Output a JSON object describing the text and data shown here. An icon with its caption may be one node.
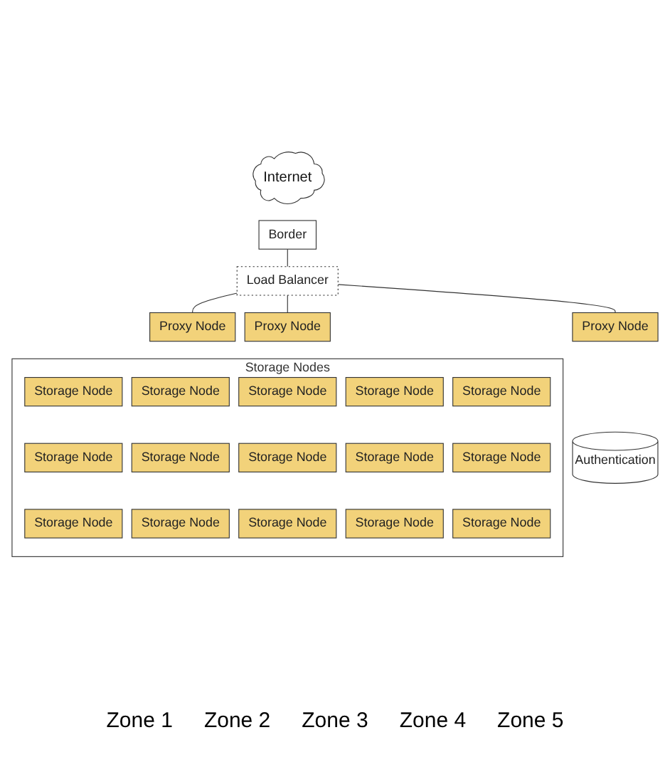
{
  "diagram": {
    "nodes": [
      {
        "text": [
          "Internet"
        ]
      },
      {
        "text": [
          "Border"
        ]
      },
      {
        "text": [
          "Load Balancer"
        ]
      },
      {
        "text": [
          "Proxy Node"
        ]
      },
      {
        "text": [
          "Proxy Node"
        ]
      },
      {
        "text": [
          "Proxy Node"
        ]
      },
      {
        "text": [
          "Authentication"
        ]
      },
      {
        "text": [
          "Storage Nodes"
        ]
      },
      {
        "text": [
          "Storage Node"
        ],
        "in": 7
      },
      {
        "text": [
          "Storage Node"
        ],
        "in": 7
      },
      {
        "text": [
          "Storage Node"
        ],
        "in": 7
      },
      {
        "text": [
          "Storage Node"
        ],
        "in": 7
      },
      {
        "text": [
          "Storage Node"
        ],
        "in": 7
      },
      {
        "text": [
          "Storage Node"
        ],
        "in": 7
      },
      {
        "text": [
          "Storage Node"
        ],
        "in": 7
      },
      {
        "text": [
          "Storage Node"
        ],
        "in": 7
      },
      {
        "text": [
          "Storage Node"
        ],
        "in": 7
      },
      {
        "text": [
          "Storage Node"
        ],
        "in": 7
      },
      {
        "text": [
          "Storage Node"
        ],
        "in": 7
      },
      {
        "text": [
          "Storage Node"
        ],
        "in": 7
      },
      {
        "text": [
          "Storage Node"
        ],
        "in": 7
      },
      {
        "text": [
          "Storage Node"
        ],
        "in": 7
      },
      {
        "text": [
          "Storage Node"
        ],
        "in": 7
      }
    ],
    "edges": [
      {
        "from": 1,
        "to": 2,
        "arrow": "none"
      },
      {
        "from": 2,
        "to": 3,
        "arrow": "none"
      },
      {
        "from": 2,
        "to": 4,
        "arrow": "none"
      },
      {
        "from": 2,
        "to": 5,
        "arrow": "none"
      }
    ],
    "labels": [
      "Zone 1",
      "Zone 2",
      "Zone 3",
      "Zone 4",
      "Zone 5"
    ]
  }
}
